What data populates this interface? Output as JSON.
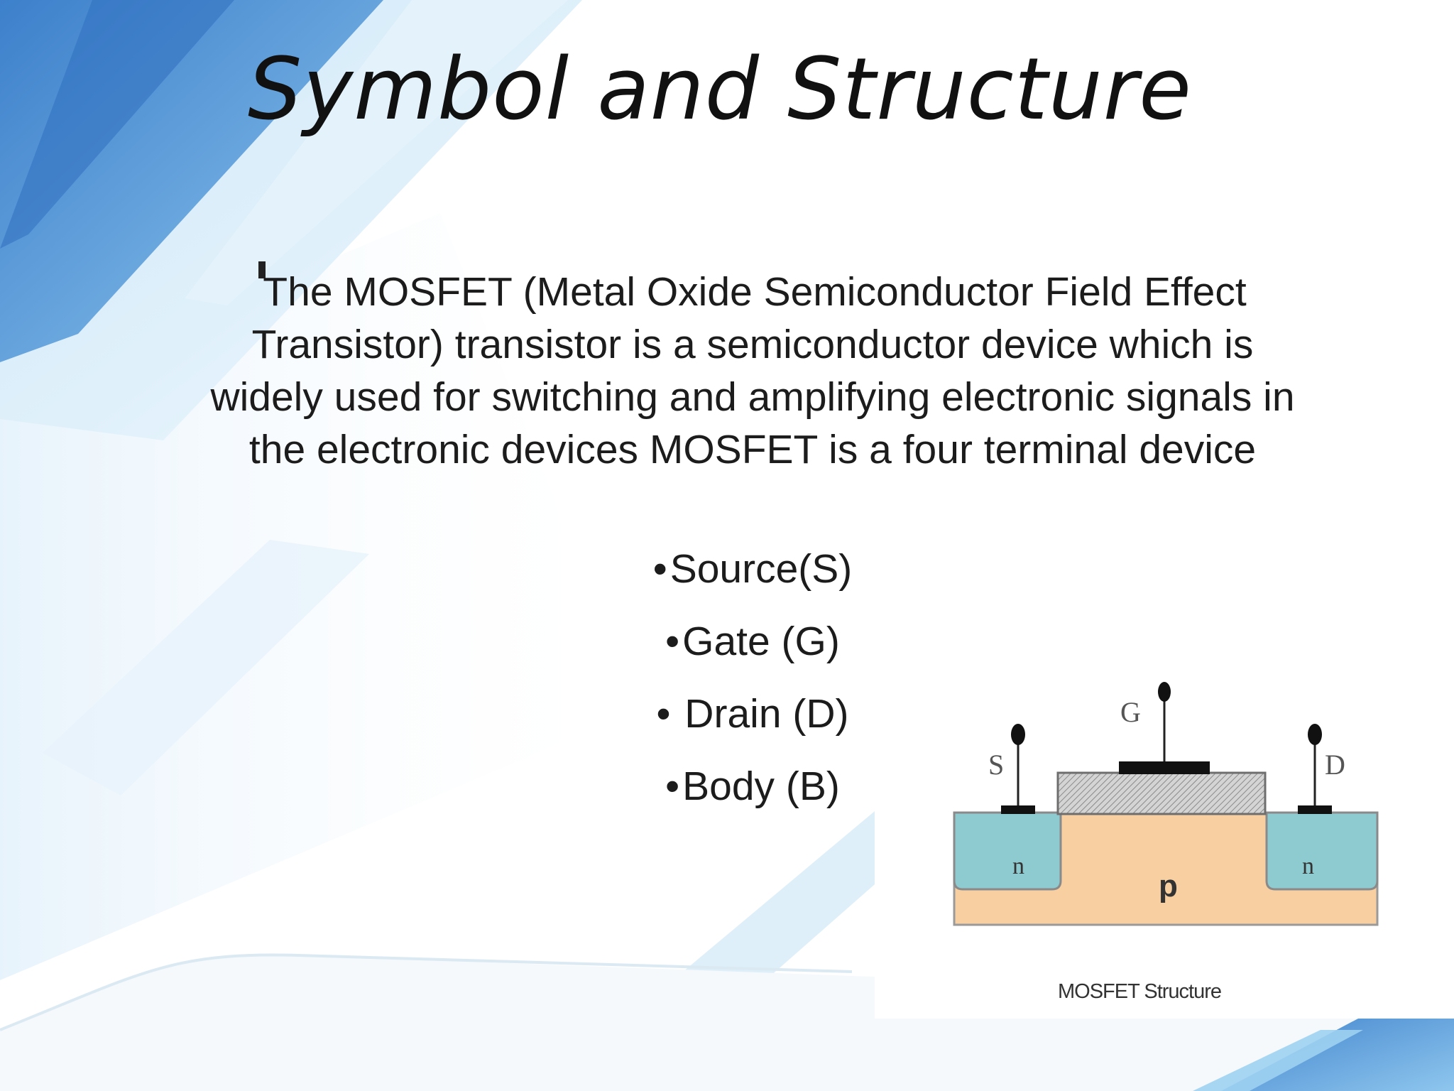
{
  "slide": {
    "title": "Symbol and Structure",
    "paragraph": "The MOSFET (Metal Oxide Semiconductor Field Effect Transistor) transistor is a semiconductor device which is widely used for switching and amplifying electronic signals in the electronic devices MOSFET is a four terminal device",
    "bullet_symbol": "•",
    "bullets": [
      "Source(S)",
      "Gate (G)",
      " Drain (D)",
      "Body (B)"
    ]
  },
  "diagram": {
    "caption": "MOSFET Structure",
    "terminal_source": "S",
    "terminal_gate": "G",
    "terminal_drain": "D",
    "region_left": "n",
    "region_right": "n",
    "substrate": "p"
  },
  "colors": {
    "accent_blue": "#3f86d0",
    "light_blue": "#bfe0f5",
    "n_region": "#8ecbd0",
    "p_substrate": "#f8cfa0"
  }
}
